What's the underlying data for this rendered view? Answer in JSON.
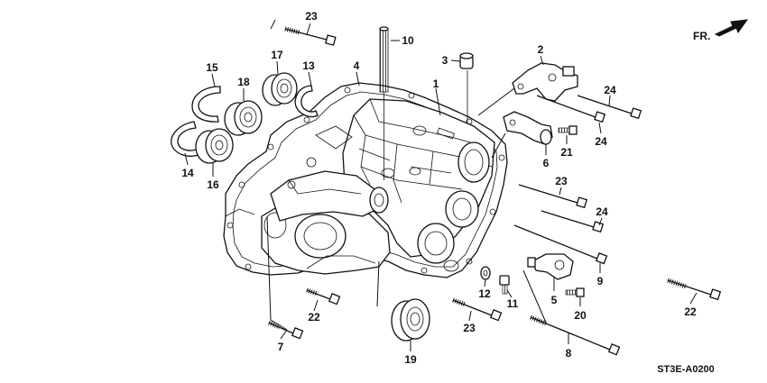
{
  "diagram_code": "ST3E-A0200",
  "front_indicator": "FR.",
  "callouts": [
    "1",
    "2",
    "3",
    "4",
    "5",
    "6",
    "7",
    "8",
    "9",
    "10",
    "11",
    "12",
    "13",
    "14",
    "15",
    "16",
    "17",
    "18",
    "19",
    "20",
    "21",
    "22",
    "22",
    "23",
    "23",
    "23",
    "24",
    "24",
    "24"
  ]
}
